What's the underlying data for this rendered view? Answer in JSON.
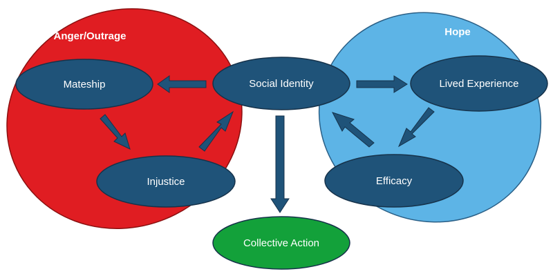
{
  "colors": {
    "anger_region": "#e01d22",
    "hope_region": "#5db4e6",
    "node_fill": "#1f5379",
    "node_stroke": "#16324a",
    "action_fill": "#13a13a",
    "arrow_fill": "#1f5379"
  },
  "regions": {
    "anger": {
      "label": "Anger/Outrage"
    },
    "hope": {
      "label": "Hope"
    }
  },
  "nodes": {
    "mateship": "Mateship",
    "injustice": "Injustice",
    "social_identity": "Social Identity",
    "lived_experience": "Lived Experience",
    "efficacy": "Efficacy",
    "collective_action": "Collective Action"
  },
  "edges": [
    {
      "from": "social_identity",
      "to": "mateship"
    },
    {
      "from": "mateship",
      "to": "injustice"
    },
    {
      "from": "injustice",
      "to": "social_identity"
    },
    {
      "from": "social_identity",
      "to": "lived_experience"
    },
    {
      "from": "lived_experience",
      "to": "efficacy"
    },
    {
      "from": "efficacy",
      "to": "social_identity"
    },
    {
      "from": "social_identity",
      "to": "collective_action"
    }
  ]
}
